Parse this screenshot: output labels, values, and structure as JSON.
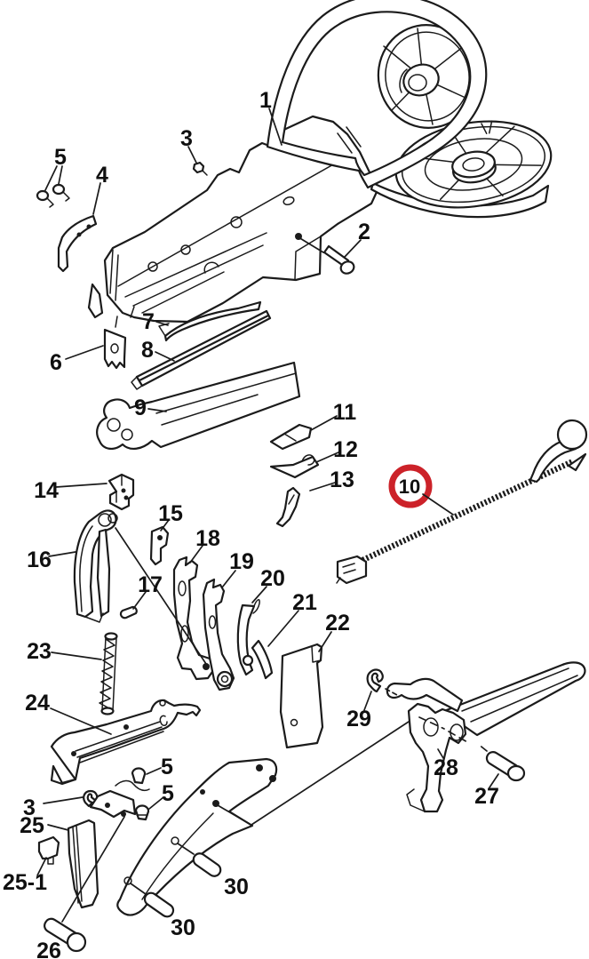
{
  "figure": {
    "type": "exploded-parts-diagram",
    "background": "#ffffff",
    "line_color": "#1b1b1b",
    "highlight_color": "#cc2229",
    "highlighted_part": "10"
  },
  "labels": [
    {
      "id": "part-1",
      "text": "1"
    },
    {
      "id": "part-3-top",
      "text": "3"
    },
    {
      "id": "part-5-top",
      "text": "5"
    },
    {
      "id": "part-4",
      "text": "4"
    },
    {
      "id": "part-2",
      "text": "2"
    },
    {
      "id": "part-7",
      "text": "7"
    },
    {
      "id": "part-8",
      "text": "8"
    },
    {
      "id": "part-6",
      "text": "6"
    },
    {
      "id": "part-9",
      "text": "9"
    },
    {
      "id": "part-11",
      "text": "11"
    },
    {
      "id": "part-12",
      "text": "12"
    },
    {
      "id": "part-13",
      "text": "13"
    },
    {
      "id": "part-10",
      "text": "10"
    },
    {
      "id": "part-14",
      "text": "14"
    },
    {
      "id": "part-15",
      "text": "15"
    },
    {
      "id": "part-16",
      "text": "16"
    },
    {
      "id": "part-18",
      "text": "18"
    },
    {
      "id": "part-19",
      "text": "19"
    },
    {
      "id": "part-20",
      "text": "20"
    },
    {
      "id": "part-17",
      "text": "17"
    },
    {
      "id": "part-21",
      "text": "21"
    },
    {
      "id": "part-22",
      "text": "22"
    },
    {
      "id": "part-23",
      "text": "23"
    },
    {
      "id": "part-24",
      "text": "24"
    },
    {
      "id": "part-5-mid",
      "text": "5"
    },
    {
      "id": "part-5-low",
      "text": "5"
    },
    {
      "id": "part-3-bot",
      "text": "3"
    },
    {
      "id": "part-25",
      "text": "25"
    },
    {
      "id": "part-25-1",
      "text": "25-1"
    },
    {
      "id": "part-26",
      "text": "26"
    },
    {
      "id": "part-29",
      "text": "29"
    },
    {
      "id": "part-28",
      "text": "28"
    },
    {
      "id": "part-27",
      "text": "27"
    },
    {
      "id": "part-30-a",
      "text": "30"
    },
    {
      "id": "part-30-b",
      "text": "30"
    }
  ]
}
